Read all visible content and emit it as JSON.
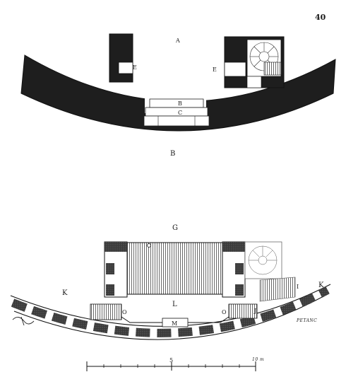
{
  "page_number": "40",
  "upper_plan": {
    "labels": {
      "a": "A",
      "b": "B",
      "c": "C",
      "e_left": "E",
      "e_right": "E"
    },
    "caption": "B"
  },
  "lower_plan": {
    "labels": {
      "g": "G",
      "k_left": "K",
      "k_right": "K",
      "l": "L",
      "m": "M",
      "o_left": "O",
      "o_right": "O",
      "i": "I",
      "j": "J"
    },
    "wall_legend": "PETANC"
  },
  "scale_bar": {
    "mid_label": "5",
    "end_label": "10 m"
  }
}
